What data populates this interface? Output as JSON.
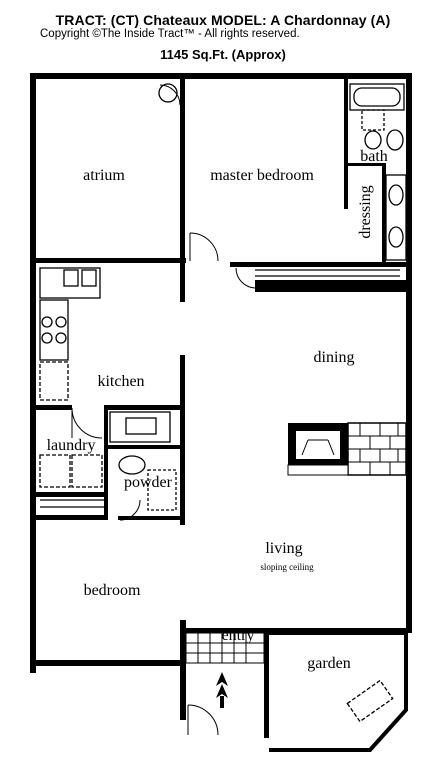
{
  "header": {
    "title": "TRACT: (CT) Chateaux   MODEL: A Chardonnay (A)",
    "copyright": "Copyright  ©The Inside Tract™ - All rights reserved.",
    "area": "1145 Sq.Ft. (Approx)"
  },
  "rooms": {
    "atrium": "atrium",
    "master_bedroom": "master bedroom",
    "bath": "bath",
    "dressing": "dressing",
    "dining": "dining",
    "kitchen": "kitchen",
    "laundry": "laundry",
    "powder": "powder",
    "living": "living",
    "living_note": "sloping ceiling",
    "bedroom": "bedroom",
    "entry": "entry",
    "garden": "garden"
  }
}
